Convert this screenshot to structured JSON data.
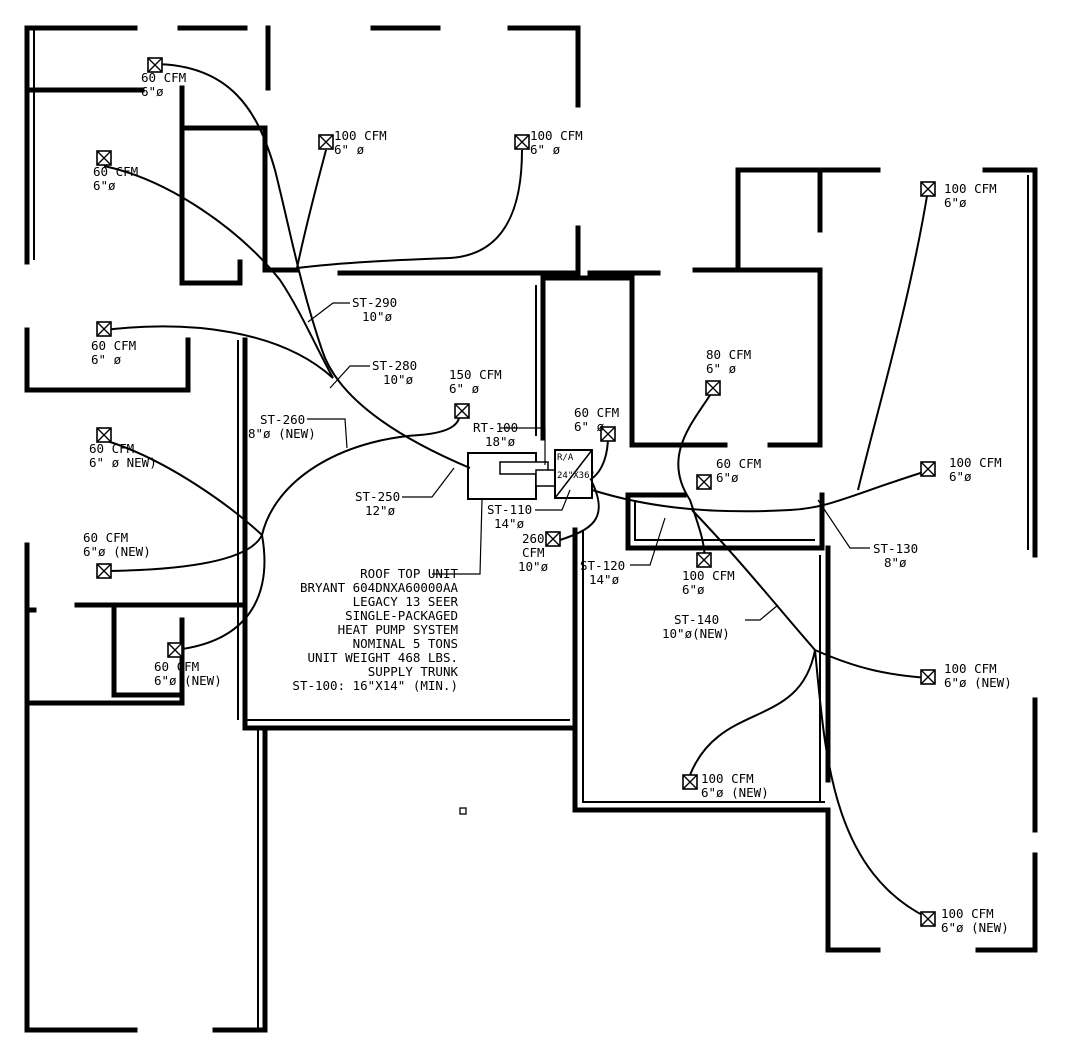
{
  "diffusers": [
    {
      "id": "d1",
      "cfm": "60 CFM",
      "size": "6\"ø",
      "lines": [
        "60 CFM",
        "6\"ø"
      ]
    },
    {
      "id": "d2",
      "cfm": "100 CFM",
      "size": "6\" ø",
      "lines": [
        "100 CFM",
        "6\" ø"
      ]
    },
    {
      "id": "d3",
      "cfm": "100 CFM",
      "size": "6\" ø",
      "lines": [
        "100 CFM",
        "6\" ø"
      ]
    },
    {
      "id": "d4",
      "cfm": "60 CFM",
      "size": "6\"ø",
      "lines": [
        "60 CFM",
        "6\"ø"
      ]
    },
    {
      "id": "d5",
      "cfm": "60 CFM",
      "size": "6\" ø",
      "lines": [
        "60 CFM",
        "6\" ø"
      ]
    },
    {
      "id": "d6",
      "cfm": "60 CFM",
      "size": "6\" ø NEW)",
      "lines": [
        "60 CFM",
        "6\" ø NEW)"
      ]
    },
    {
      "id": "d7",
      "cfm": "60 CFM",
      "size": "6\"ø (NEW)",
      "lines": [
        "60 CFM",
        "6\"ø (NEW)"
      ]
    },
    {
      "id": "d8",
      "cfm": "60 CFM",
      "size": "6\"ø (NEW)",
      "lines": [
        "60 CFM",
        "6\"ø (NEW)"
      ]
    },
    {
      "id": "d9",
      "cfm": "150 CFM",
      "size": "6\" ø",
      "lines": [
        "150 CFM",
        "6\" ø"
      ]
    },
    {
      "id": "d10",
      "cfm": "60 CFM",
      "size": "6\" ø",
      "lines": [
        "60 CFM",
        "6\" ø"
      ]
    },
    {
      "id": "d11",
      "cfm": "80 CFM",
      "size": "6\" ø",
      "lines": [
        "80 CFM",
        "6\" ø"
      ]
    },
    {
      "id": "d12",
      "cfm": "60 CFM",
      "size": "6\"ø",
      "lines": [
        "60 CFM",
        "6\"ø"
      ]
    },
    {
      "id": "d13",
      "cfm": "100 CFM",
      "size": "6\"ø",
      "lines": [
        "100 CFM",
        "6\"ø"
      ]
    },
    {
      "id": "d14",
      "cfm": "100 CFM",
      "size": "6\"ø",
      "lines": [
        "100 CFM",
        "6\"ø"
      ]
    },
    {
      "id": "d15",
      "cfm": "100 CFM",
      "size": "6\"ø",
      "lines": [
        "100 CFM",
        "6\"ø"
      ]
    },
    {
      "id": "d16",
      "cfm": "260 CFM",
      "size": "10\"ø",
      "lines": [
        "260",
        "CFM",
        "10\"ø"
      ]
    },
    {
      "id": "d17",
      "cfm": "100 CFM",
      "size": "6\"ø (NEW)",
      "lines": [
        "100 CFM",
        "6\"ø (NEW)"
      ]
    },
    {
      "id": "d18",
      "cfm": "100 CFM",
      "size": "6\"ø (NEW)",
      "lines": [
        "100 CFM",
        "6\"ø (NEW)"
      ]
    },
    {
      "id": "d19",
      "cfm": "100 CFM",
      "size": "6\"ø (NEW)",
      "lines": [
        "100 CFM",
        "6\"ø (NEW)"
      ]
    }
  ],
  "ducts": [
    {
      "id": "st290",
      "lines": [
        "ST-290",
        "10\"ø"
      ]
    },
    {
      "id": "st280",
      "lines": [
        "ST-280",
        "10\"ø"
      ]
    },
    {
      "id": "st260",
      "lines": [
        "ST-260",
        "8\"ø (NEW)"
      ]
    },
    {
      "id": "rt100",
      "lines": [
        "RT-100",
        "18\"ø"
      ]
    },
    {
      "id": "st250",
      "lines": [
        "ST-250",
        "12\"ø"
      ]
    },
    {
      "id": "st110",
      "lines": [
        "ST-110",
        "14\"ø"
      ]
    },
    {
      "id": "st120",
      "lines": [
        "ST-120",
        "14\"ø"
      ]
    },
    {
      "id": "st140",
      "lines": [
        "ST-140",
        "10\"ø(NEW)"
      ]
    },
    {
      "id": "st130",
      "lines": [
        "ST-130",
        "8\"ø"
      ]
    }
  ],
  "unit_labels": {
    "ra": "R/A",
    "plenum": "24\"X36\""
  },
  "rtu_notes": [
    "ROOF TOP UNIT",
    "BRYANT 604DNXA60000AA",
    "LEGACY 13 SEER",
    "SINGLE-PACKAGED",
    "HEAT PUMP SYSTEM",
    "NOMINAL 5 TONS",
    "UNIT WEIGHT 468 LBS.",
    "SUPPLY TRUNK",
    "ST-100: 16\"X14\" (MIN.)"
  ]
}
